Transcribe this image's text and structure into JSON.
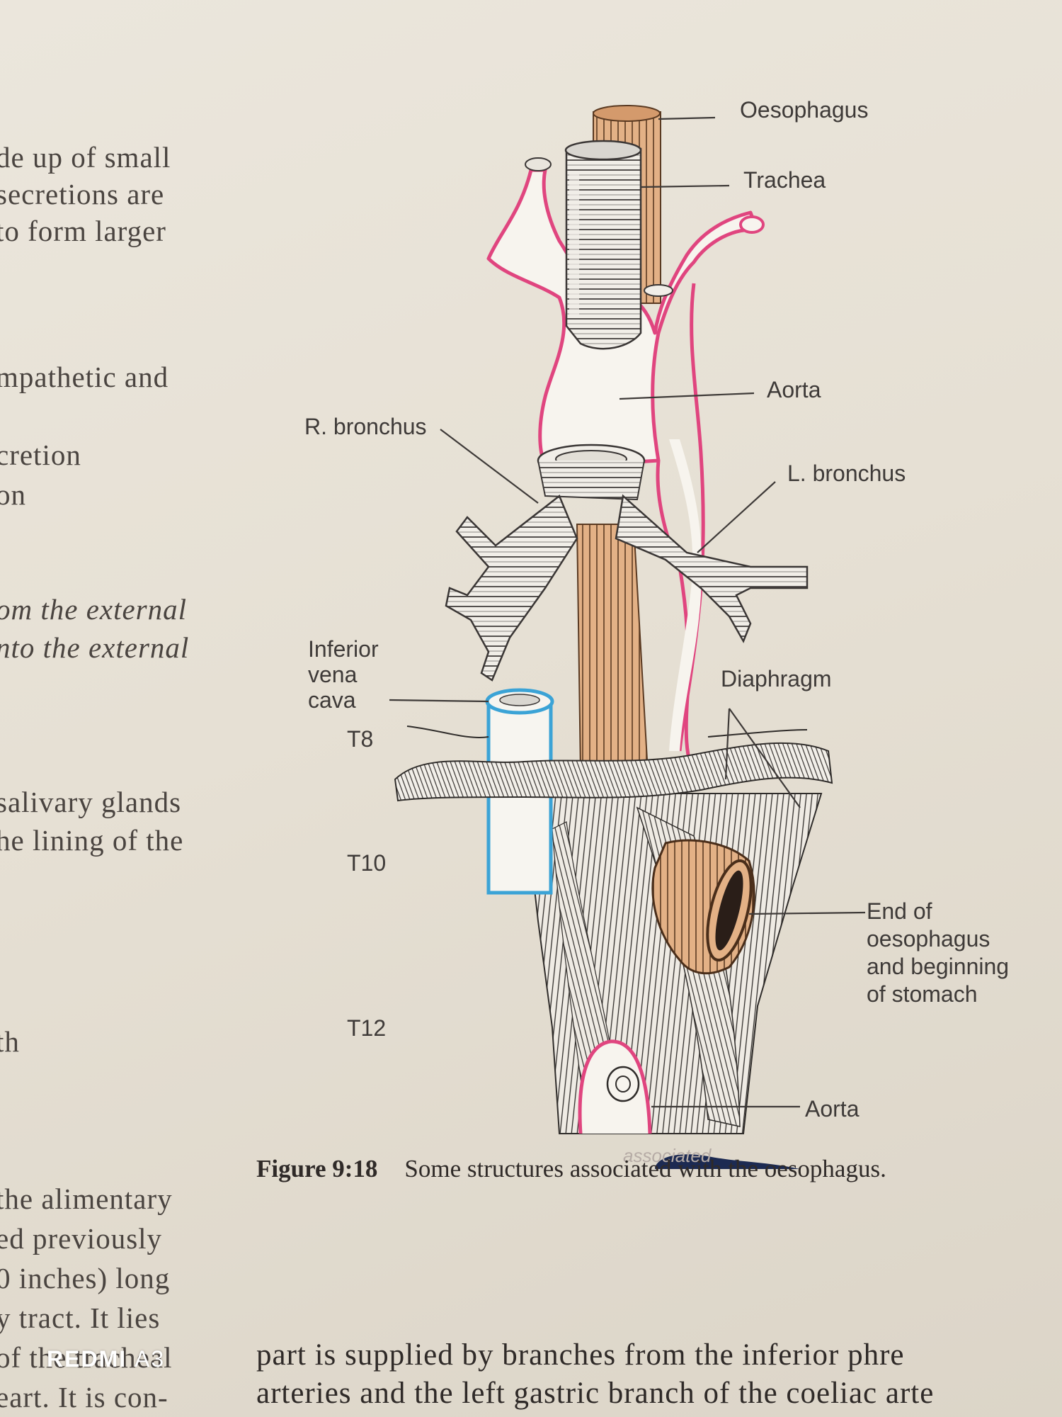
{
  "left_column": {
    "lines": [
      {
        "text": "de up of small",
        "italic": false
      },
      {
        "text": "secretions are",
        "italic": false
      },
      {
        "text": "to form larger",
        "italic": false
      },
      {
        "text": "mpathetic and",
        "italic": false
      },
      {
        "text": "cretion",
        "italic": false
      },
      {
        "text": "on",
        "italic": false
      },
      {
        "text": "om the external",
        "italic": true
      },
      {
        "text": "nto the external",
        "italic": true
      },
      {
        "text": "salivary glands",
        "italic": false
      },
      {
        "text": "he lining of the",
        "italic": false
      },
      {
        "text": "th",
        "italic": false
      },
      {
        "text": "the alimentary",
        "italic": false
      },
      {
        "text": "ed previously",
        "italic": false
      },
      {
        "text": "0 inches) long",
        "italic": false
      },
      {
        "text": "y tract. It lies",
        "italic": false
      },
      {
        "text": "of the tracheal",
        "italic": false
      },
      {
        "text": "eart. It is con-",
        "italic": false
      }
    ]
  },
  "figure": {
    "labels": {
      "oesophagus": "Oesophagus",
      "trachea": "Trachea",
      "aorta_top": "Aorta",
      "r_bronchus": "R. bronchus",
      "l_bronchus": "L. bronchus",
      "ivc_line1": "Inferior",
      "ivc_line2": "vena",
      "ivc_line3": "cava",
      "diaphragm": "Diaphragm",
      "t8": "T8",
      "t10": "T10",
      "t12": "T12",
      "end_line1": "End of",
      "end_line2": "oesophagus",
      "end_line3": "and beginning",
      "end_line4": "of stomach",
      "aorta_bottom": "Aorta"
    },
    "caption_number": "Figure 9:18",
    "caption_text": "Some structures associated with the oesophagus.",
    "handwritten_note": "associated"
  },
  "bottom_text": {
    "line1": "part is supplied by branches from the inferior phre",
    "line2": "arteries and the left gastric branch of the coeliac arte"
  },
  "watermark": {
    "brand": "REDMI",
    "model": "A3"
  },
  "colors": {
    "paper": "#e8e2d7",
    "aorta": "#e0457f",
    "oesophagus": "#e0aa7c",
    "ivc": "#3ba3d6",
    "ink_blot": "#1c2a52"
  }
}
